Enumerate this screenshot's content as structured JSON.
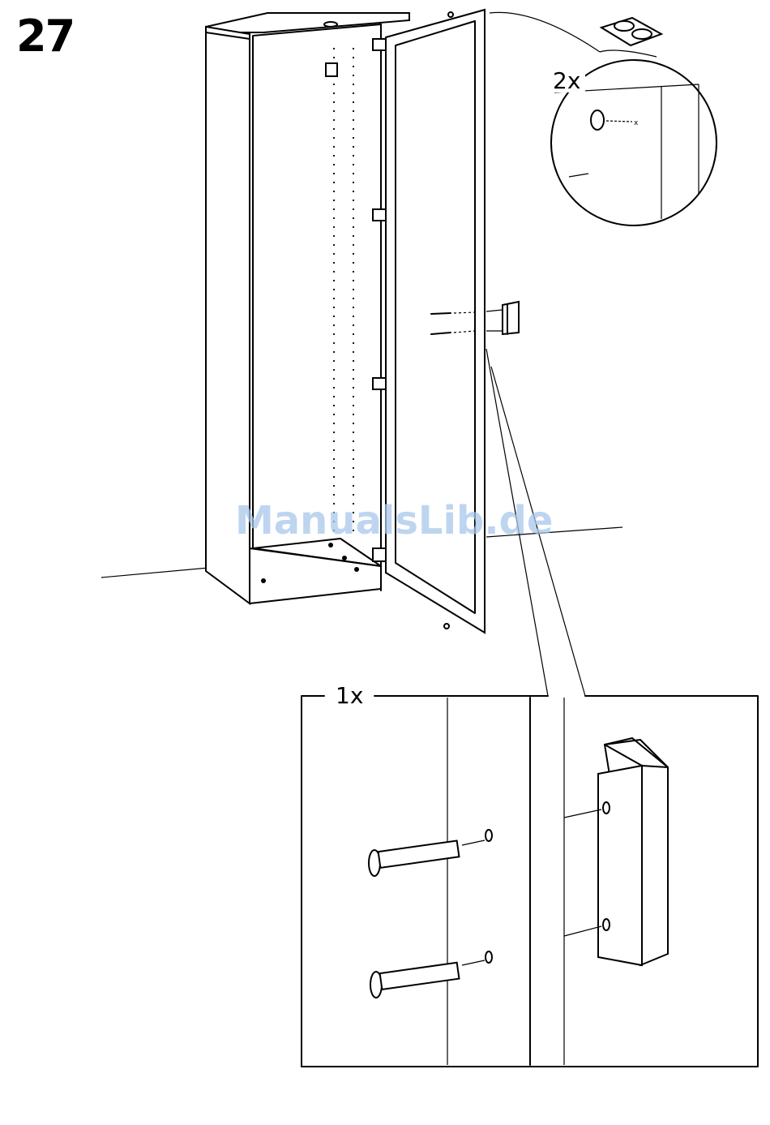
{
  "step": {
    "number": "27"
  },
  "bumper_callout": {
    "quantity": "2x"
  },
  "screw_detail": {
    "quantity": "1x"
  },
  "watermark": {
    "text": "ManualsLib.de"
  },
  "icons": {
    "cabinet": "cabinet-illustration",
    "door": "glass-door-illustration",
    "handle": "handle-icon",
    "screw": "screw-icon",
    "bumper": "bumper-pad-icon"
  }
}
